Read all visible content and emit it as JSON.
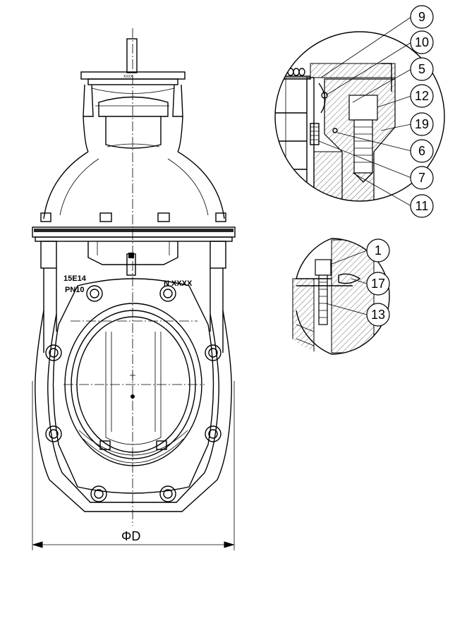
{
  "main_view": {
    "plate_text": "XXXX",
    "body_marking_line1": "15E14",
    "body_marking_line2": "PN10",
    "body_marking_right": "N XXXX",
    "dimension_label": "ΦD"
  },
  "detail_top_callouts": [
    "9",
    "10",
    "5",
    "12",
    "19",
    "6",
    "7",
    "11"
  ],
  "detail_bottom_callouts": [
    "1",
    "17",
    "13"
  ]
}
